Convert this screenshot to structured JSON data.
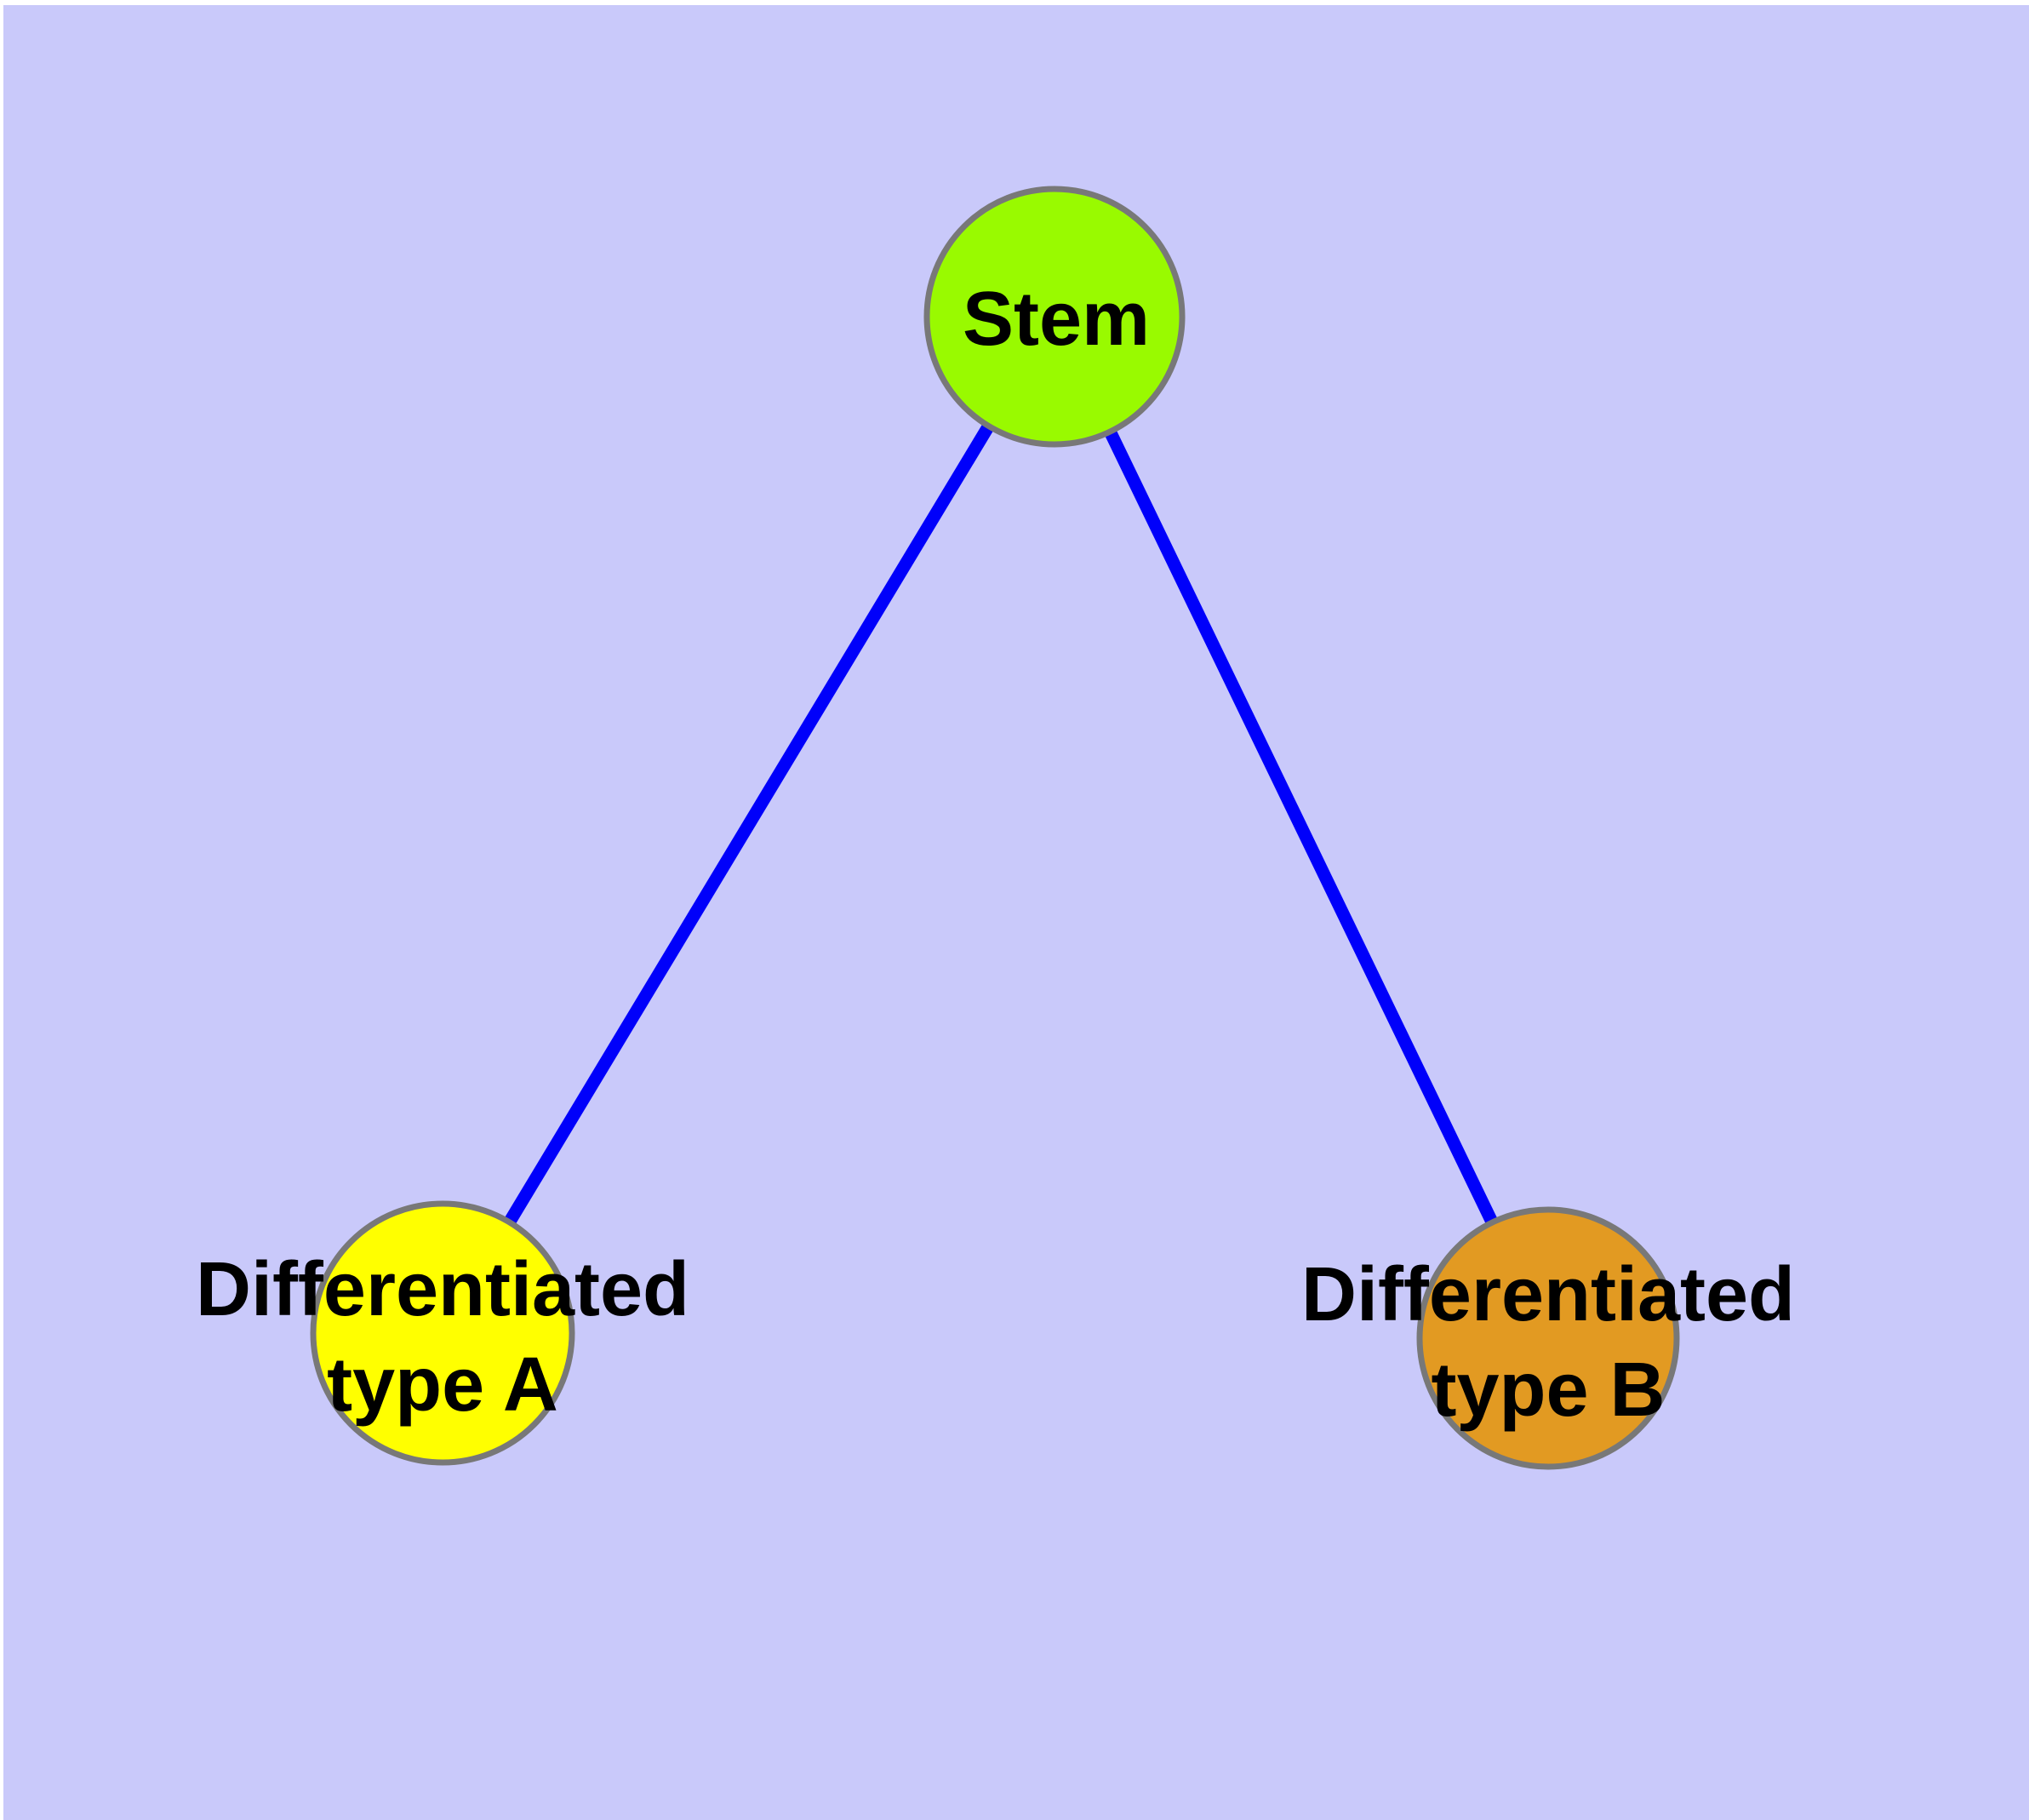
{
  "diagram": {
    "title": "stem cell differentiation tree",
    "colors": {
      "background": "#C9C9FA",
      "edge": "#0000FA",
      "node_border": "#787878",
      "label_text": "#000000",
      "stem_fill": "#99FA00",
      "type_a_fill": "#FFFF00",
      "type_b_fill": "#E29A22"
    },
    "nodes": {
      "stem": {
        "label": "Stem",
        "fill": "#99FA00"
      },
      "type_a": {
        "label_line1": "Differentiated",
        "label_line2": "type A",
        "fill": "#FFFF00"
      },
      "type_b": {
        "label_line1": "Differentiated",
        "label_line2": "type B",
        "fill": "#E29A22"
      }
    },
    "edges": [
      {
        "from": "Stem",
        "to": "Differentiated type A"
      },
      {
        "from": "Stem",
        "to": "Differentiated type B"
      }
    ]
  }
}
